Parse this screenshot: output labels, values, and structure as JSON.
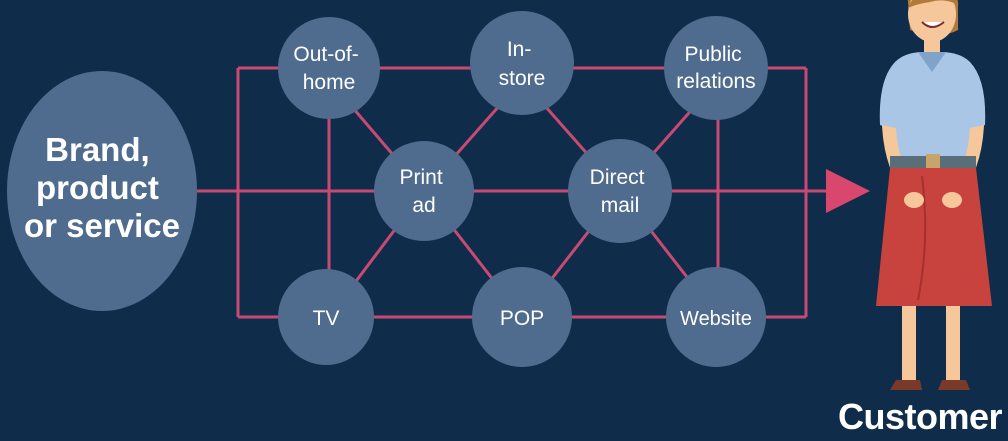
{
  "colors": {
    "background": "#0f2d4a",
    "node_fill": "#4f6b8e",
    "connector": "#c84a72",
    "arrow": "#d9466e"
  },
  "brand": {
    "lines": [
      "Brand,",
      "product",
      "or service"
    ]
  },
  "nodes": {
    "out_of_home": [
      "Out-of-",
      "home"
    ],
    "in_store": [
      "In-",
      "store"
    ],
    "public_relations": [
      "Public",
      "relations"
    ],
    "print_ad": [
      "Print",
      "ad"
    ],
    "direct_mail": [
      "Direct",
      "mail"
    ],
    "tv": [
      "TV"
    ],
    "pop": [
      "POP"
    ],
    "website": [
      "Website"
    ]
  },
  "customer": {
    "label": "Customer",
    "figure": "woman-illustration"
  }
}
